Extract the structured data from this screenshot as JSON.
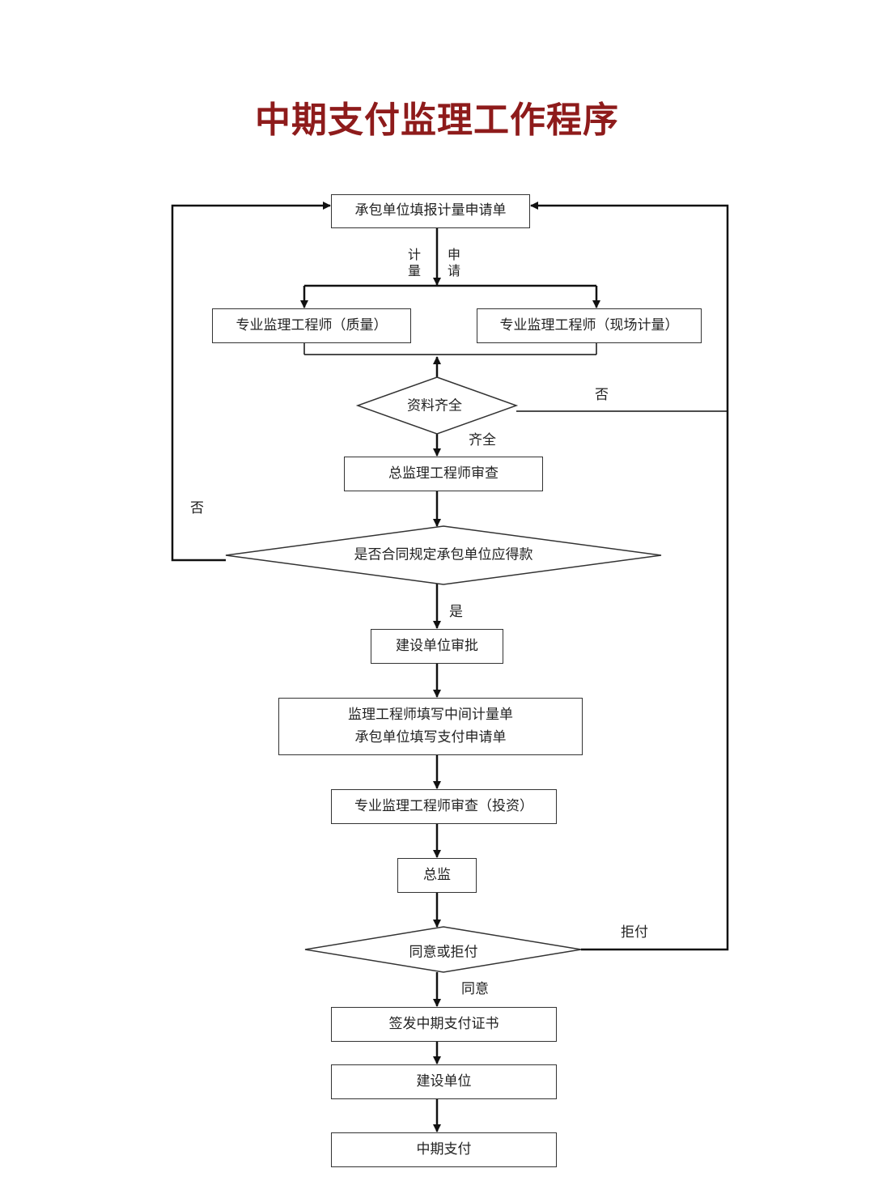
{
  "title": "中期支付监理工作程序",
  "nodes": {
    "apply": "承包单位填报计量申请单",
    "quality": "专业监理工程师（质量）",
    "measure": "专业监理工程师（现场计量）",
    "docs_check": "资料齐全",
    "chief_review": "总监理工程师审查",
    "contract_check": "是否合同规定承包单位应得款",
    "owner_approve": "建设单位审批",
    "fill_line1": "监理工程师填写中间计量单",
    "fill_line2": "承包单位填写支付申请单",
    "invest_review": "专业监理工程师审查（投资）",
    "chief": "总监",
    "agree_check": "同意或拒付",
    "certificate": "签发中期支付证书",
    "owner": "建设单位",
    "payment": "中期支付"
  },
  "edges": {
    "apply_left": "计量",
    "apply_right": "申请",
    "docs_no": "否",
    "docs_yes": "齐全",
    "contract_no": "否",
    "contract_yes": "是",
    "reject": "拒付",
    "agree": "同意"
  }
}
